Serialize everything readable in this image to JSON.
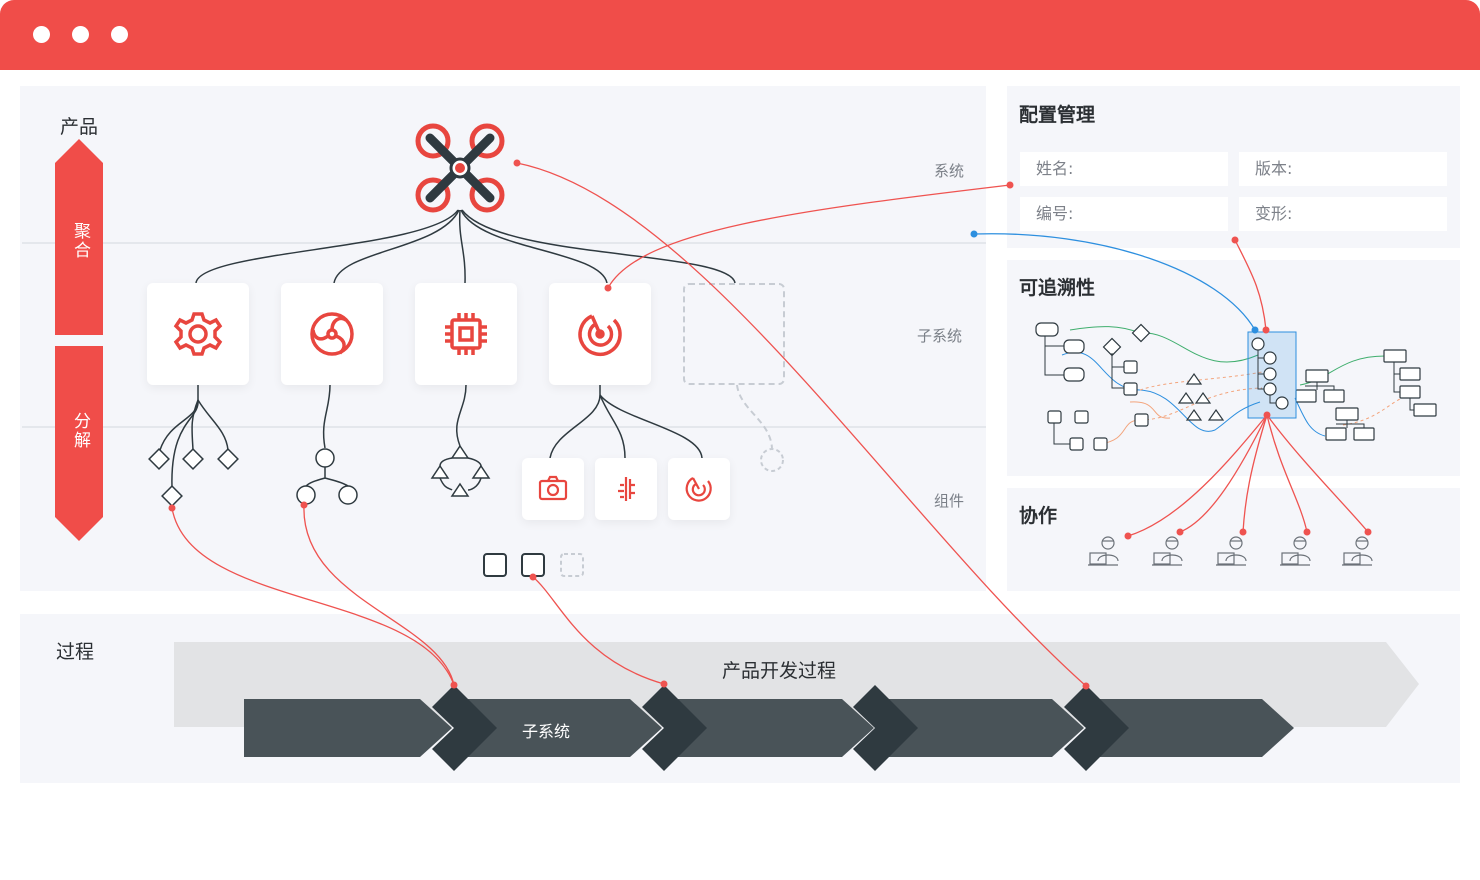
{
  "window": {
    "accent": "#f04d49",
    "dark": "#2f3a40"
  },
  "product": {
    "title": "产品",
    "aggregate_label": "聚合",
    "decompose_label": "分解",
    "levels": {
      "system": "系统",
      "subsystem": "子系统",
      "component": "组件"
    }
  },
  "config": {
    "title": "配置管理",
    "fields": {
      "name": "姓名:",
      "version": "版本:",
      "number": "编号:",
      "variant": "变形:"
    }
  },
  "trace": {
    "title": "可追溯性"
  },
  "collab": {
    "title": "协作"
  },
  "process": {
    "title": "过程",
    "banner": "产品开发过程",
    "step_label": "子系统"
  },
  "icons": [
    "drone-icon",
    "gear-icon",
    "fan-icon",
    "chip-icon",
    "radar-icon",
    "camera-icon",
    "sensor-icon",
    "dial-icon",
    "user-laptop-icon"
  ]
}
